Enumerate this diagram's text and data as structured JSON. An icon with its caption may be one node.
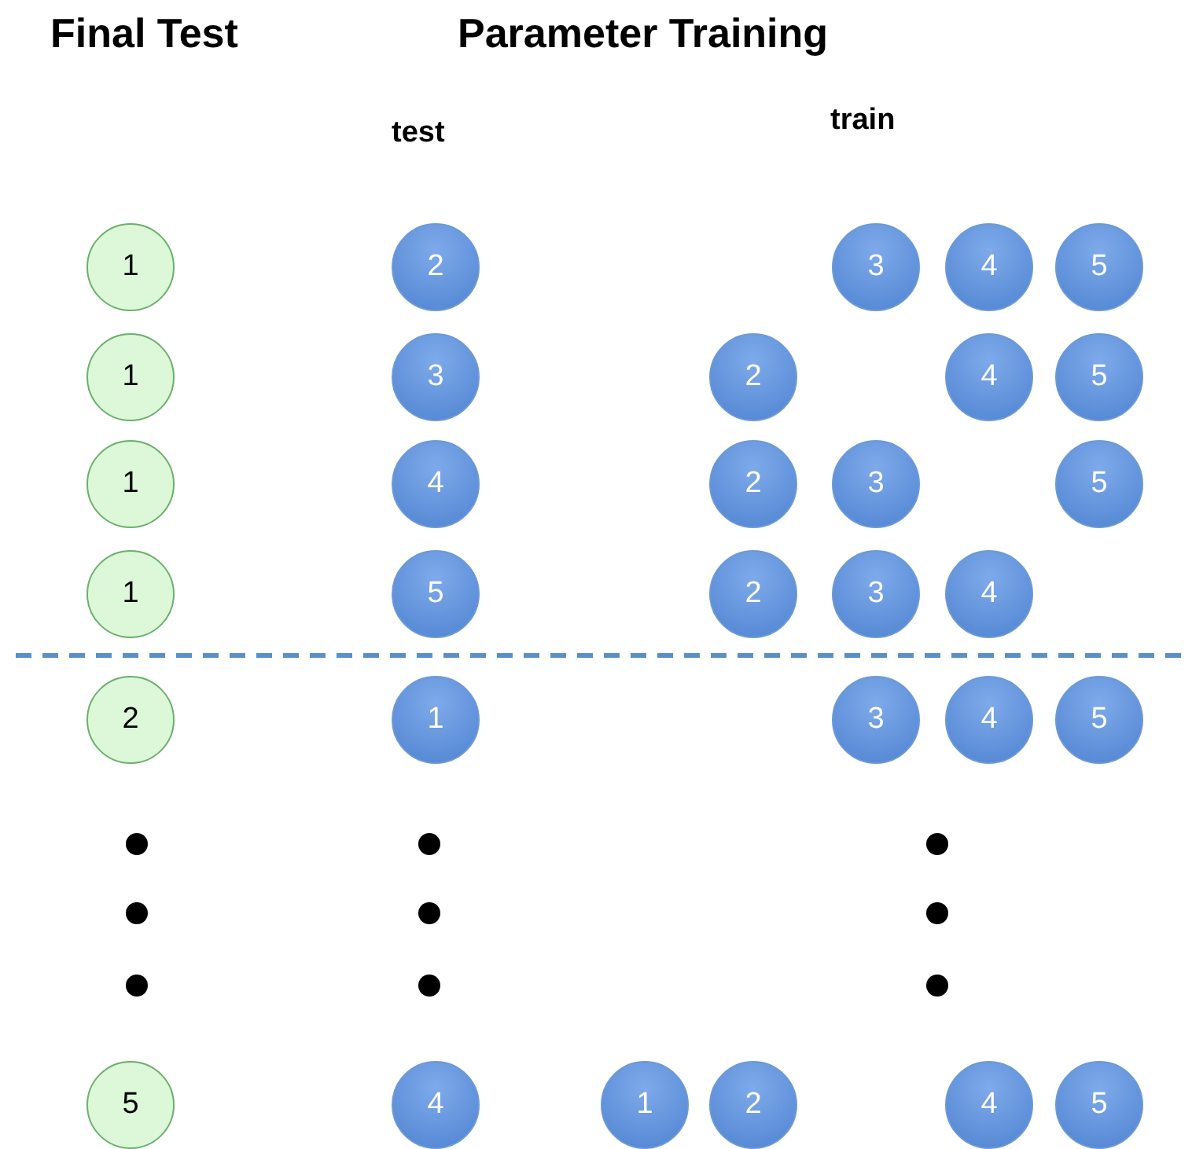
{
  "diagram": {
    "nodes": [
      {
        "text": [
          "1"
        ]
      },
      {
        "text": [
          "2"
        ]
      },
      {
        "text": [
          "3"
        ]
      },
      {
        "text": [
          "4"
        ]
      },
      {
        "text": [
          "5"
        ]
      },
      {
        "text": [
          "1"
        ]
      },
      {
        "text": [
          "3"
        ]
      },
      {
        "text": [
          "2"
        ]
      },
      {
        "text": [
          "4"
        ]
      },
      {
        "text": [
          "5"
        ]
      },
      {
        "text": [
          "1"
        ]
      },
      {
        "text": [
          "4"
        ]
      },
      {
        "text": [
          "2"
        ]
      },
      {
        "text": [
          "3"
        ]
      },
      {
        "text": [
          "5"
        ]
      },
      {
        "text": [
          "1"
        ]
      },
      {
        "text": [
          "5"
        ]
      },
      {
        "text": [
          "2"
        ]
      },
      {
        "text": [
          "3"
        ]
      },
      {
        "text": [
          "4"
        ]
      },
      {
        "text": [
          "2"
        ]
      },
      {
        "text": [
          "1"
        ]
      },
      {
        "text": [
          "3"
        ]
      },
      {
        "text": [
          "4"
        ]
      },
      {
        "text": [
          "5"
        ]
      },
      {
        "text": [
          "5"
        ]
      },
      {
        "text": [
          "4"
        ]
      },
      {
        "text": [
          "1"
        ]
      },
      {
        "text": [
          "2"
        ]
      },
      {
        "text": [
          "4"
        ]
      },
      {
        "text": [
          "5"
        ]
      }
    ],
    "labels": [
      "Final Test",
      "Parameter Training",
      "test",
      "train"
    ]
  }
}
